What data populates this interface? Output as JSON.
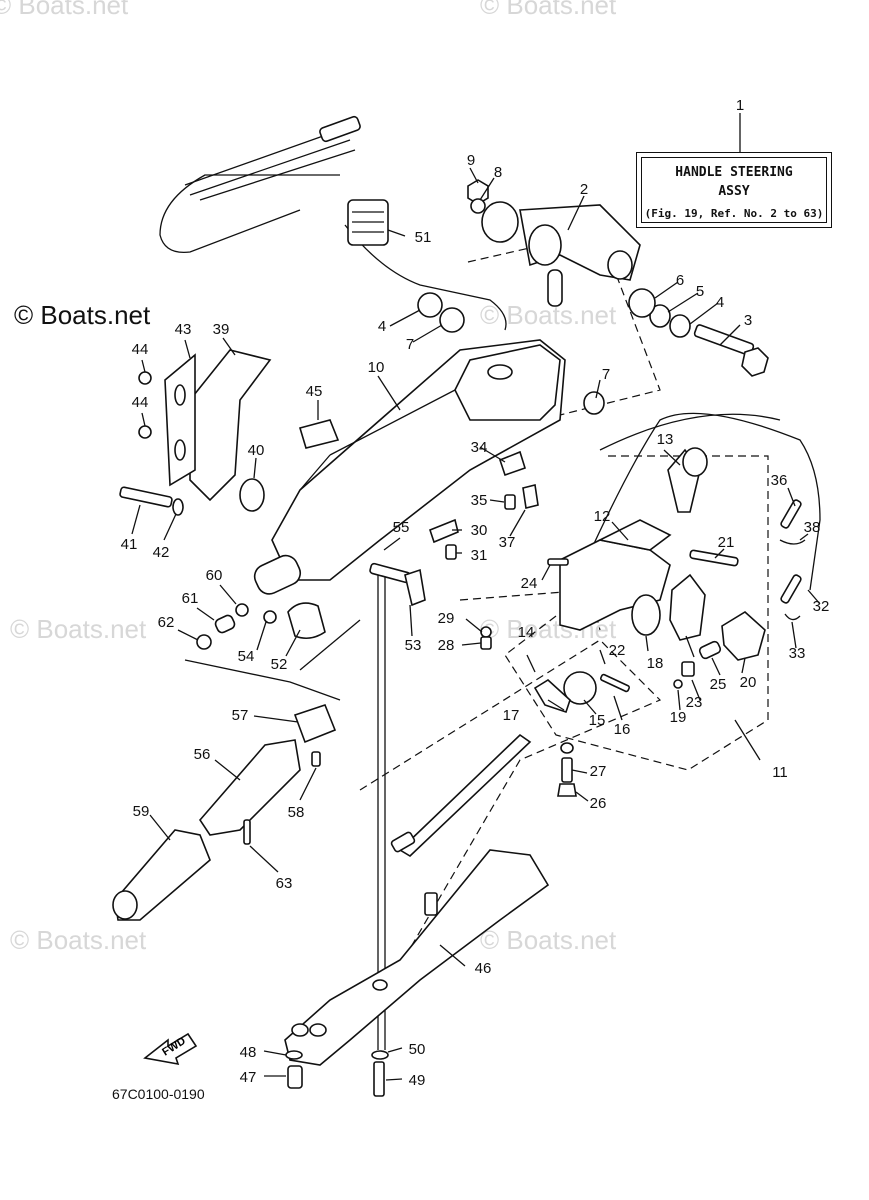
{
  "watermark": "© Boats.net",
  "copyright": "© Boats.net",
  "box": {
    "line1": "HANDLE STEERING",
    "line2": "ASSY",
    "line3": "(Fig. 19, Ref. No. 2 to 63)"
  },
  "diagram_code": "67C0100-0190",
  "fwd_label": "FWD",
  "callouts": [
    "1",
    "2",
    "3",
    "4",
    "4",
    "5",
    "6",
    "7",
    "7",
    "8",
    "9",
    "10",
    "11",
    "12",
    "13",
    "14",
    "15",
    "16",
    "17",
    "18",
    "19",
    "20",
    "21",
    "22",
    "23",
    "24",
    "25",
    "26",
    "27",
    "28",
    "29",
    "30",
    "31",
    "32",
    "33",
    "34",
    "35",
    "36",
    "37",
    "38",
    "39",
    "40",
    "41",
    "42",
    "43",
    "44",
    "44",
    "45",
    "46",
    "47",
    "48",
    "49",
    "50",
    "51",
    "52",
    "53",
    "54",
    "55",
    "56",
    "57",
    "58",
    "59",
    "60",
    "61",
    "62",
    "63"
  ]
}
